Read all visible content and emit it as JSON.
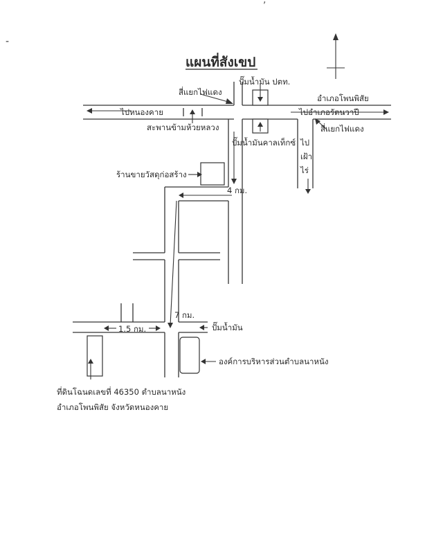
{
  "top_mark": ", ",
  "dash_mark": "-",
  "title": "แผนที่สังเขป",
  "labels": {
    "ptt": "ปั๊มน้ำมัน ปตท.",
    "phon_phisai_district": "อำเภอโพนพิสัย",
    "traffic_light_left": "สี่แยกไฟแดง",
    "to_nong_khai": "ไปหนองคาย",
    "to_rattanawapi": "ไปอำเภอรัตนวาปี",
    "traffic_light_right": "สี่แยกไฟแดง",
    "bridge": "สะพานข้ามห้วยหลวง",
    "caltex": "ปั๊มน้ำมันคาลเท็กซ์",
    "to_fao_rai_1": "ไป",
    "to_fao_rai_2": "เฝ้า",
    "to_fao_rai_3": "ไร่",
    "hardware_store": "ร้านขายวัสดุก่อสร้าง",
    "dist_4km": "4 กม.",
    "dist_7km": "7 กม.",
    "gas_station": "ปั๊มน้ำมัน",
    "dist_1_5km": "1.5 กม.",
    "sao": "องค์การบริหารส่วนตำบลนาหนัง",
    "land_line1": "ที่ดินโฉนดเลขที่ 46350 ตำบลนาหนัง",
    "land_line2": "อำเภอโพนพิสัย  จังหวัดหนองคาย"
  }
}
